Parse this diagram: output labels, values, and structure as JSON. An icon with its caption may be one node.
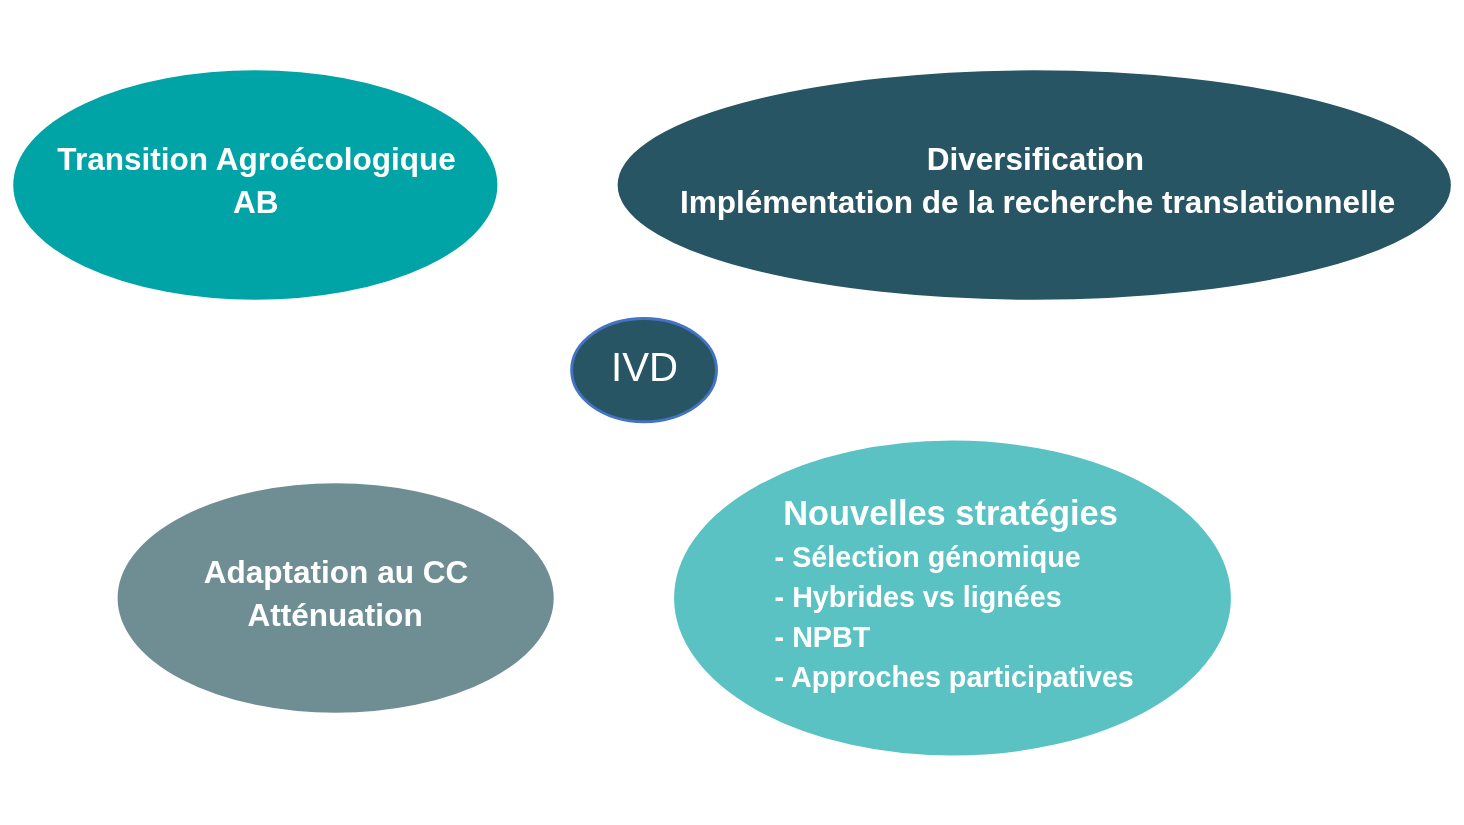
{
  "diagram": {
    "nodes": [
      {
        "text": [
          "Transition Agroécologique",
          "AB"
        ]
      },
      {
        "text": [
          "Diversification",
          "Implémentation de la recherche translationnelle"
        ]
      },
      {
        "text": [
          "IVD"
        ]
      },
      {
        "text": [
          "Adaptation au CC",
          "Atténuation"
        ]
      },
      {
        "text": [
          "Nouvelles stratégies",
          "- Sélection génomique",
          "- Hybrides vs lignées",
          "- NPBT",
          "- Approches participatives"
        ]
      }
    ],
    "edges": []
  }
}
